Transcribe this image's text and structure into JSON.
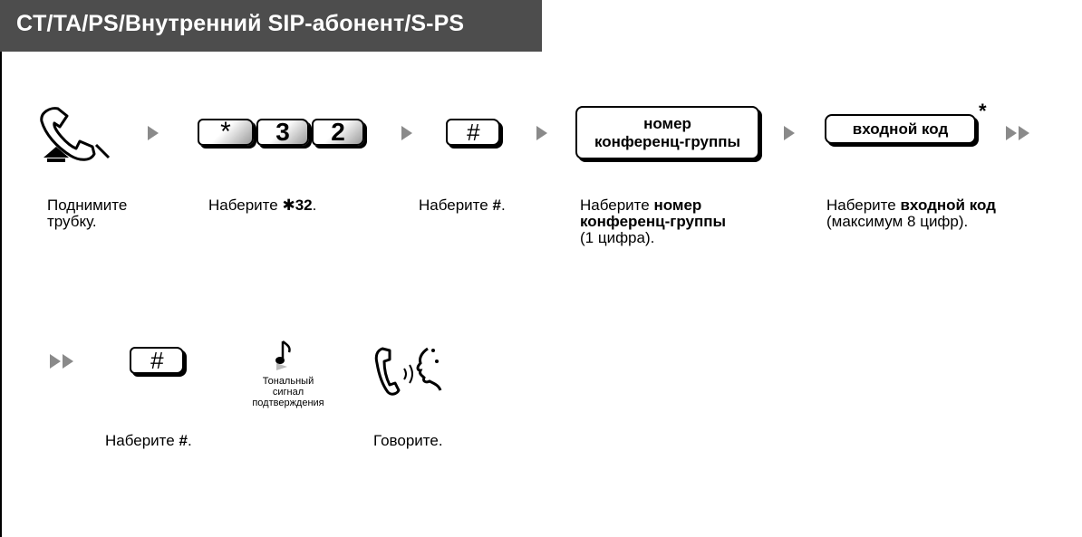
{
  "header": {
    "title": "CT/TA/PS/Внутренний SIP-абонент/S-PS"
  },
  "keys": {
    "star": "*",
    "three": "3",
    "two": "2",
    "hash": "#",
    "hash2": "#"
  },
  "boxes": {
    "conference_number_line1": "номер",
    "conference_number_line2": "конференц-группы",
    "entry_code": "входной код",
    "entry_code_note": "*"
  },
  "steps": {
    "lift": {
      "line1": "Поднимите",
      "line2": "трубку."
    },
    "dial32": {
      "prefix": "Наберите ",
      "bold": "✱32",
      "suffix": "."
    },
    "dial_hash": {
      "prefix": "Наберите ",
      "bold": "#",
      "suffix": "."
    },
    "dial_conf": {
      "line1_prefix": "Наберите ",
      "line1_bold": "номер",
      "line2_bold": "конференц-группы",
      "line3": "(1 цифра)."
    },
    "dial_code": {
      "line1_prefix": "Наберите ",
      "line1_bold": "входной код",
      "line2": "(максимум 8 цифр)."
    },
    "dial_hash2": {
      "prefix": "Наберите ",
      "bold": "#",
      "suffix": "."
    },
    "tone": {
      "line1": "Тональный",
      "line2": "сигнал",
      "line3": "подтверждения"
    },
    "talk": {
      "text": "Говорите."
    }
  },
  "icons": {
    "offhook": "handset-offhook-icon",
    "tone": "music-note-icon",
    "talk": "talking-handset-icon",
    "arrow": "play-arrow-icon",
    "double_arrow": "double-arrow-icon"
  }
}
